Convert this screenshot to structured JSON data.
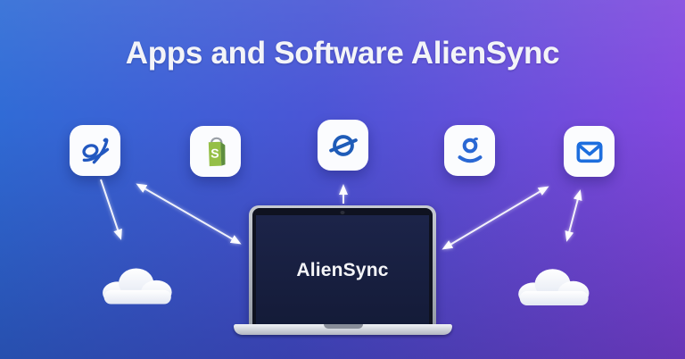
{
  "title": "Apps and Software AlienSync",
  "laptop": {
    "screen_label": "AlienSync"
  },
  "icons": [
    {
      "id": "script-a-app",
      "icon": "cursive-a-icon"
    },
    {
      "id": "shopify-app",
      "icon": "shopping-bag-icon",
      "badge_letter": "S"
    },
    {
      "id": "sync-app",
      "icon": "circle-slash-icon"
    },
    {
      "id": "contacts-app",
      "icon": "person-icon"
    },
    {
      "id": "mail-app",
      "icon": "envelope-icon"
    }
  ],
  "clouds": [
    {
      "id": "cloud-left"
    },
    {
      "id": "cloud-right"
    }
  ],
  "colors": {
    "bg_blue": "#2f6cd6",
    "bg_purple": "#8947e0",
    "glyph_blue": "#2258c0",
    "glyph_blue_bright": "#1d6ede",
    "shopify_green": "#95bf47",
    "shopify_green_dark": "#5e8e3e",
    "screen_navy": "#161d3d",
    "arrow_white": "#ffffff"
  }
}
